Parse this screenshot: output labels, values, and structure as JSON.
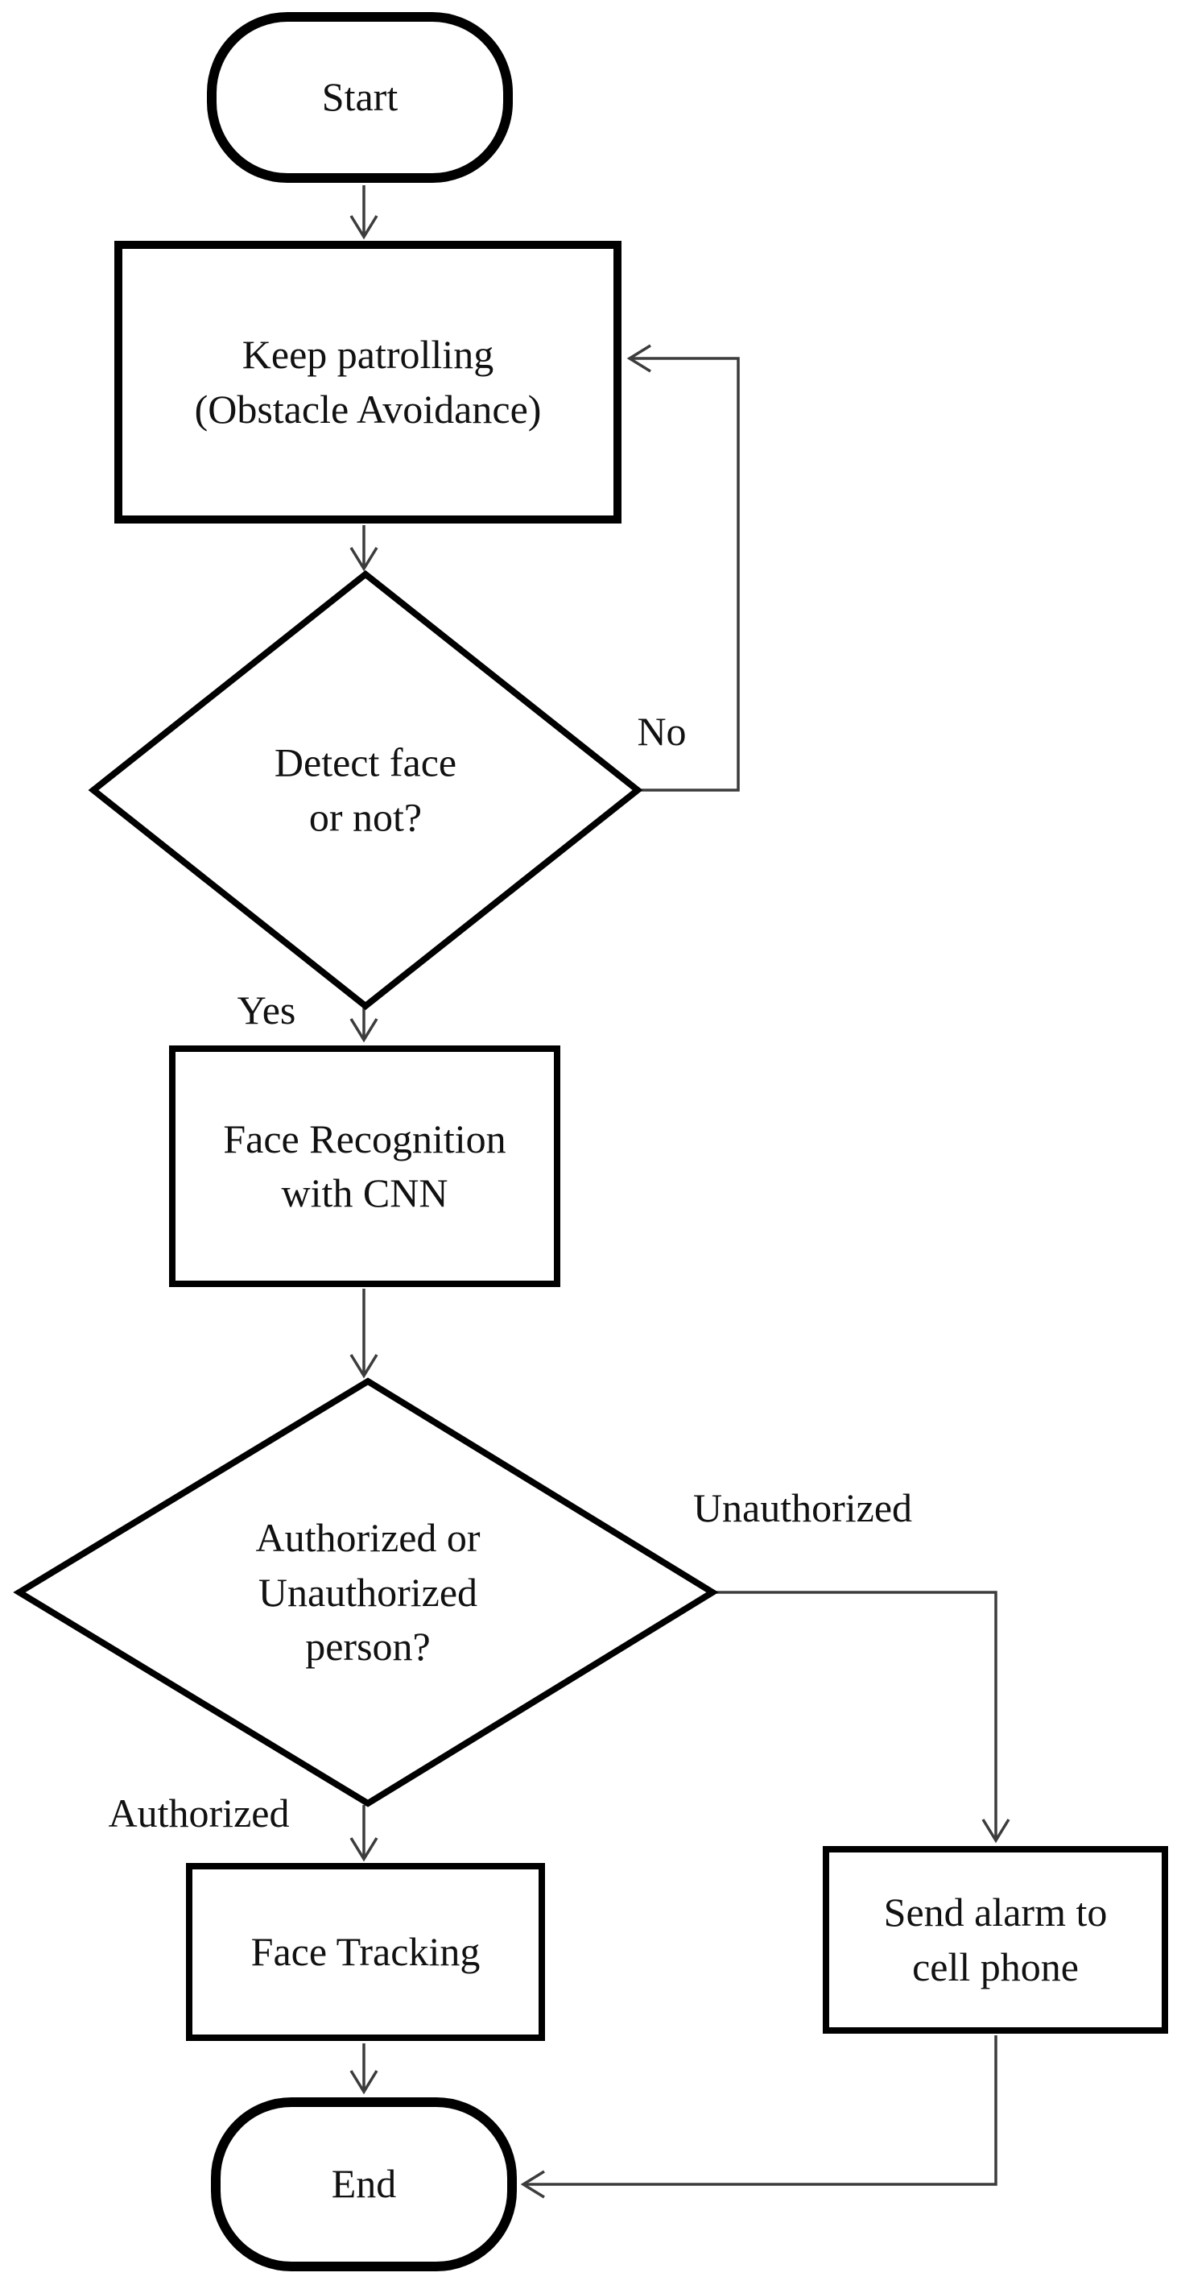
{
  "diagram": {
    "type": "flowchart",
    "background_color": "#ffffff",
    "shape_border_color": "#000000",
    "connector_color": "#3c3c3c",
    "text_color": "#111111"
  },
  "nodes": {
    "start": {
      "type": "terminator",
      "label": "Start"
    },
    "keep_patrolling": {
      "type": "process",
      "line1": "Keep patrolling",
      "line2": "(Obstacle Avoidance)"
    },
    "detect_face": {
      "type": "decision",
      "line1": "Detect face",
      "line2": "or not?"
    },
    "face_recognition": {
      "type": "process",
      "line1": "Face Recognition",
      "line2": "with CNN"
    },
    "authorized_check": {
      "type": "decision",
      "line1": "Authorized or",
      "line2": "Unauthorized",
      "line3": "person?"
    },
    "face_tracking": {
      "type": "process",
      "label": "Face Tracking"
    },
    "send_alarm": {
      "type": "process",
      "line1": "Send alarm to",
      "line2": "cell phone"
    },
    "end": {
      "type": "terminator",
      "label": "End"
    }
  },
  "edge_labels": {
    "no": "No",
    "yes": "Yes",
    "unauthorized": "Unauthorized",
    "authorized": "Authorized"
  }
}
